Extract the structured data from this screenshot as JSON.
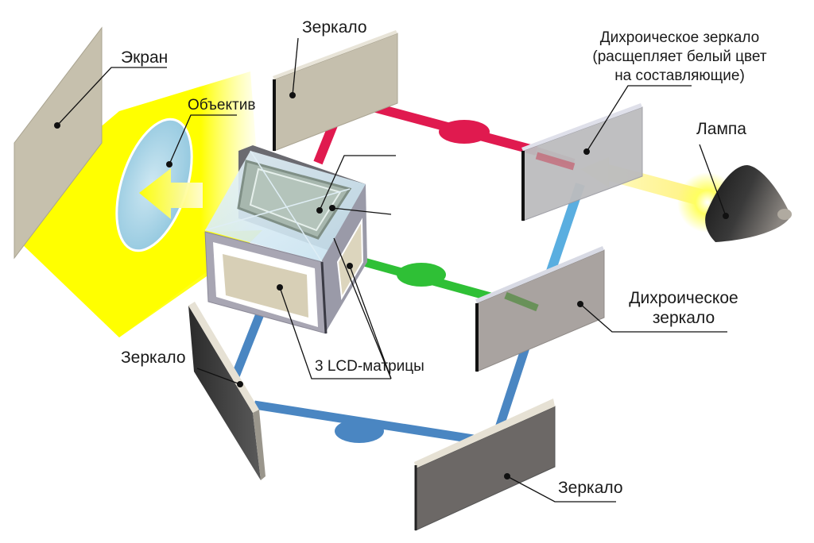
{
  "labels": {
    "screen": "Экран",
    "lens": "Объектив",
    "mirror_top": "Зеркало",
    "dichroic_top_l1": "Дихроическое зеркало",
    "dichroic_top_l2": "(расщепляет белый цвет",
    "dichroic_top_l3": "на составляющие)",
    "lamp": "Лампа",
    "dichroic_mid_l1": "Дихроическое",
    "dichroic_mid_l2": "зеркало",
    "mirror_left": "Зеркало",
    "lcd": "3 LCD-матрицы",
    "mirror_bottom": "Зеркало"
  },
  "colors": {
    "red_beam": "#e01a4f",
    "green_beam": "#2fc036",
    "blue_beam": "#4a86c2",
    "light_blue_beam": "#5aaee0",
    "yellow_light": "#ffff00",
    "mirror_face": "#c5bfad"
  }
}
